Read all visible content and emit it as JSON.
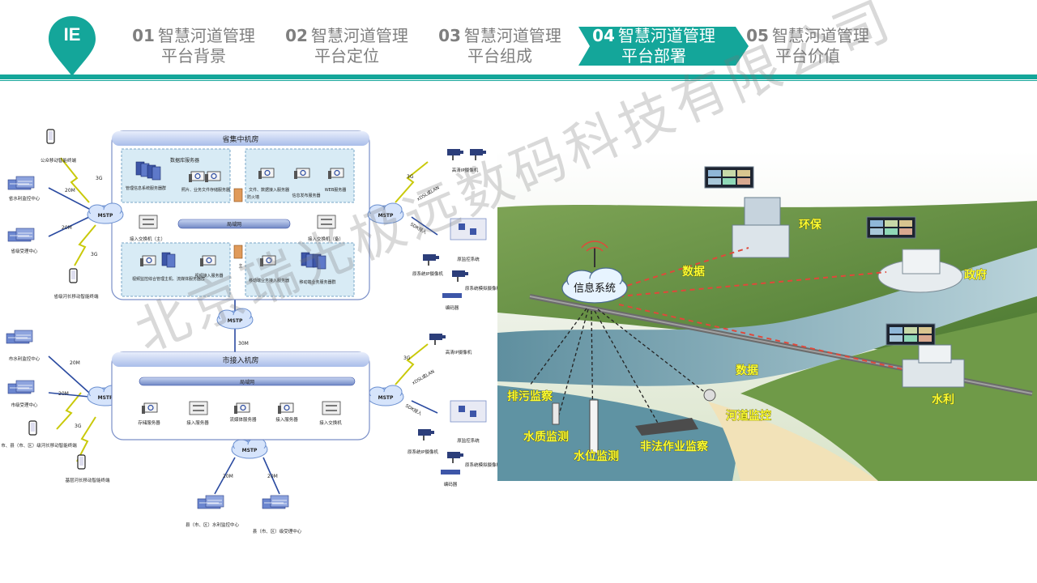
{
  "header": {
    "logo_text": "IE",
    "tabs": [
      {
        "num": "01",
        "line1": "智慧河道管理",
        "line2": "平台背景"
      },
      {
        "num": "02",
        "line1": "智慧河道管理",
        "line2": "平台定位"
      },
      {
        "num": "03",
        "line1": "智慧河道管理",
        "line2": "平台组成"
      },
      {
        "num": "04",
        "line1": "智慧河道管理",
        "line2": "平台部署"
      },
      {
        "num": "05",
        "line1": "智慧河道管理",
        "line2": "平台价值"
      }
    ],
    "active_tab": 3
  },
  "colors": {
    "accent": "#14a69a",
    "tab_text": "#7f7f7f",
    "label_yellow": "#ffff33"
  },
  "diagram": {
    "prov_room": "省集中机房",
    "city_room": "市接入机房",
    "lan": "局域网",
    "mstp": "MSTP",
    "bw_30m": "30M",
    "bw_20m": "20M",
    "g3": "3G",
    "sdk": "SDK接入",
    "xdsl": "xDSL或LAN",
    "prov_servers": {
      "db": "数据库服务器",
      "mgmt": "管理信息系统服务器群",
      "img": "照片、业务文件存储服务器",
      "file": "文件、数据接入服务器",
      "msg": "信息发布服务器",
      "web": "WEB服务器",
      "vid": "视频监控综合管理主机、流媒体服务器群",
      "vin": "视频接入服务器",
      "mob": "移动端业务接入服务器",
      "mobs": "移动端业务服务器群",
      "sw_main": "接入交换机（主）",
      "sw_back": "接入交换机（备）",
      "fw": "防火墙",
      "main": "主"
    },
    "city_servers": {
      "store": "存储服务器",
      "access": "接入服务器",
      "stream": "流媒体服务器",
      "access2": "接入服务器",
      "switch": "接入交换机"
    },
    "left_labels": {
      "public_mobile": "公众移动智能终端",
      "prov_water": "省水利监控中心",
      "prov_accept": "省级受理中心",
      "prov_chief": "省级河长移动智能终端",
      "city_water": "市水利监控中心",
      "city_accept": "市级受理中心",
      "county_chief": "市、县（市、区）级河长移动智能终端",
      "base_chief": "基层河长移动智能终端",
      "county_water": "县（市、区）水利监控中心",
      "county_accept": "县（市、区）级受理中心"
    },
    "right_labels": {
      "cam_top": "高清IP摄像机",
      "orig_sys": "原监控系统",
      "orig_ip": "原系统IP摄像机",
      "orig_an": "原系统模拟摄像机",
      "encoder": "编码器",
      "cam_city": "高清IP摄像机",
      "orig_sys2": "原监控系统",
      "orig_ip2": "原系统IP摄像机",
      "orig_an2": "原系统模拟摄像机",
      "encoder2": "编码器"
    }
  },
  "scene": {
    "info_system": "信息系统",
    "env": "环保",
    "gov": "政府",
    "water": "水利",
    "data1": "数据",
    "data2": "数据",
    "sewage": "排污监察",
    "quality": "水质监测",
    "level": "水位监测",
    "illegal": "非法作业监察",
    "channel": "河道监控"
  },
  "watermark": "北京瑞光极远数码科技有限公司"
}
